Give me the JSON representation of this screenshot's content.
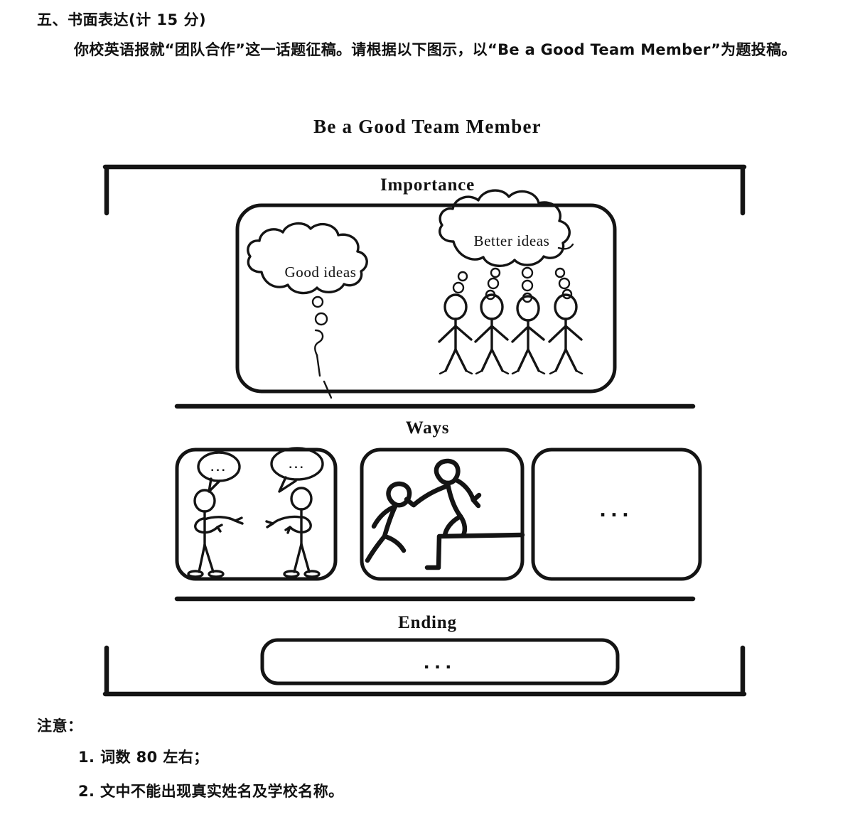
{
  "prompt": {
    "heading": "五、书面表达(计 15 分)",
    "body": "你校英语报就“团队合作”这一话题征稿。请根据以下图示，以“Be a Good Team Member”为题投稿。"
  },
  "diagram": {
    "title": "Be a Good Team Member",
    "sections": [
      {
        "id": "importance",
        "label": "Importance",
        "clouds": [
          {
            "id": "good-ideas",
            "text": "Good ideas",
            "thinkers": 1
          },
          {
            "id": "better-ideas",
            "text": "Better ideas",
            "thinkers": 4
          }
        ]
      },
      {
        "id": "ways",
        "label": "Ways",
        "panels": [
          {
            "id": "panel-talking",
            "scene": "two-people-talking",
            "bubble_left": "...",
            "bubble_right": "..."
          },
          {
            "id": "panel-helping",
            "scene": "person-helping-another-climb",
            "bubble_left": "",
            "bubble_right": ""
          },
          {
            "id": "panel-blank",
            "scene": "empty",
            "placeholder": "..."
          }
        ]
      },
      {
        "id": "ending",
        "label": "Ending",
        "box_placeholder": "..."
      }
    ]
  },
  "notes": {
    "title": "注意：",
    "items": [
      "1. 词数 80 左右；",
      "2. 文中不能出现真实姓名及学校名称。"
    ]
  },
  "colors": {
    "ink": "#141414",
    "page": "#ffffff"
  }
}
